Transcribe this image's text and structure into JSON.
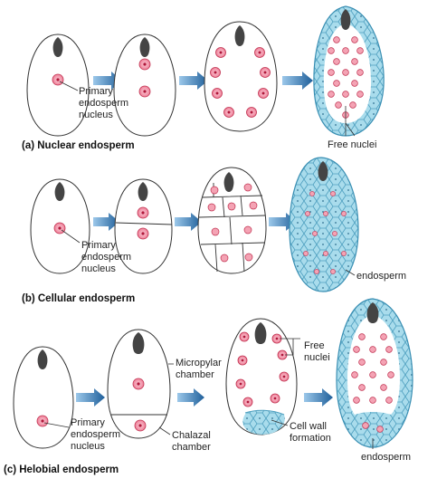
{
  "figure": {
    "sections": [
      {
        "id": "nuclear",
        "caption": "(a) Nuclear endosperm",
        "labels": {
          "primary": [
            "Primary",
            "endosperm",
            "nucleus"
          ],
          "free_nuclei": "Free nuclei"
        }
      },
      {
        "id": "cellular",
        "caption": "(b) Cellular endosperm",
        "labels": {
          "primary": [
            "Primary",
            "endosperm",
            "nucleus"
          ],
          "endosperm": "endosperm"
        }
      },
      {
        "id": "helobial",
        "caption": "(c) Helobial endosperm",
        "labels": {
          "primary": [
            "Primary",
            "endosperm",
            "nucleus"
          ],
          "micropylar": [
            "Micropylar",
            "chamber"
          ],
          "chalazal": [
            "Chalazal",
            "chamber"
          ],
          "free_nuclei": [
            "Free",
            "nuclei"
          ],
          "cell_wall": [
            "Cell wall",
            "formation"
          ],
          "endosperm": "endosperm"
        }
      }
    ],
    "colors": {
      "outline": "#333333",
      "nucleus_fill": "#f4a3b4",
      "nucleus_ring": "#c0304f",
      "nucleus_dot": "#b0173a",
      "arrow_light": "#9cc8ea",
      "arrow_dark": "#1f5f9a",
      "tissue_fill": "#a9dcec",
      "tissue_line": "#4e9fbf",
      "synergid_fill": "#444444"
    }
  }
}
